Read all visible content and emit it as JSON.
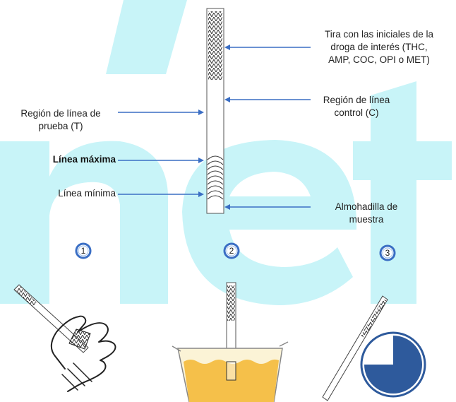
{
  "labels": {
    "strip_initials": [
      "Tira con las iniciales de la",
      "droga de interés (THC,",
      "AMP, COC, OPI o MET)"
    ],
    "control_line": [
      "Región de línea",
      "control (C)"
    ],
    "test_line": [
      "Región de línea de",
      "prueba (T)"
    ],
    "max_line": "Línea máxima",
    "min_line": "Línea mínima",
    "sample_pad": [
      "Almohadilla de",
      "muestra"
    ]
  },
  "steps": [
    "1",
    "2",
    "3"
  ],
  "colors": {
    "watermark": "#c8f4f8",
    "arrow": "#3a6ec4",
    "step_circle_border": "#3a6ec4",
    "liquid": "#f5c04a",
    "timer": "#2e5a9c"
  }
}
